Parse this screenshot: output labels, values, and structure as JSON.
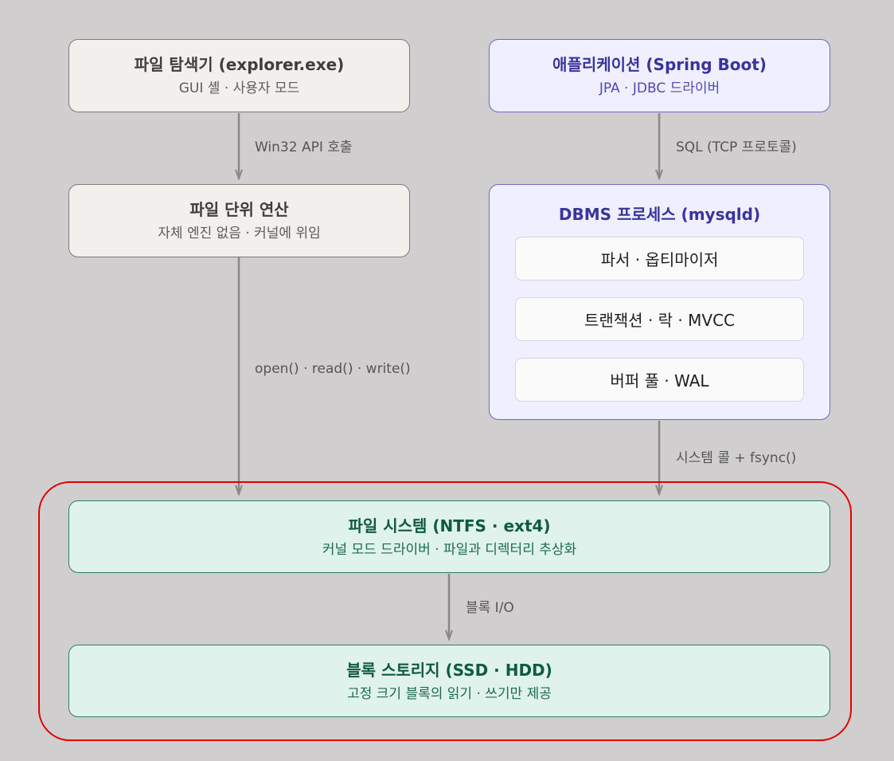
{
  "nodes": {
    "explorer": {
      "title": "파일 탐색기 (explorer.exe)",
      "sub": "GUI 셸 · 사용자 모드"
    },
    "file_ops": {
      "title": "파일 단위 연산",
      "sub": "자체 엔진 없음 · 커널에 위임"
    },
    "app": {
      "title": "애플리케이션 (Spring Boot)",
      "sub": "JPA · JDBC 드라이버"
    },
    "dbms": {
      "title": "DBMS 프로세스 (mysqld)",
      "components": [
        "파서 · 옵티마이저",
        "트랜잭션 · 락 · MVCC",
        "버퍼 풀 · WAL"
      ]
    },
    "filesystem": {
      "title": "파일 시스템 (NTFS · ext4)",
      "sub": "커널 모드 드라이버 · 파일과 디렉터리 추상화"
    },
    "block_storage": {
      "title": "블록 스토리지 (SSD · HDD)",
      "sub": "고정 크기 블록의 읽기 · 쓰기만 제공"
    }
  },
  "edges": {
    "win32": "Win32 API 호출",
    "sql": "SQL (TCP 프로토콜)",
    "posix": "open() · read() · write()",
    "syscall": "시스템 콜 + fsync()",
    "block_io": "블록 I/O"
  },
  "colors": {
    "background": "#d0cece",
    "neutral_fill": "#f1f0ec",
    "purple_fill": "#efefff",
    "purple_text": "#3a349a",
    "green_fill": "#e0f2ec",
    "green_text": "#0e5b40",
    "arrow": "#8a8884",
    "highlight": "#e00000"
  }
}
